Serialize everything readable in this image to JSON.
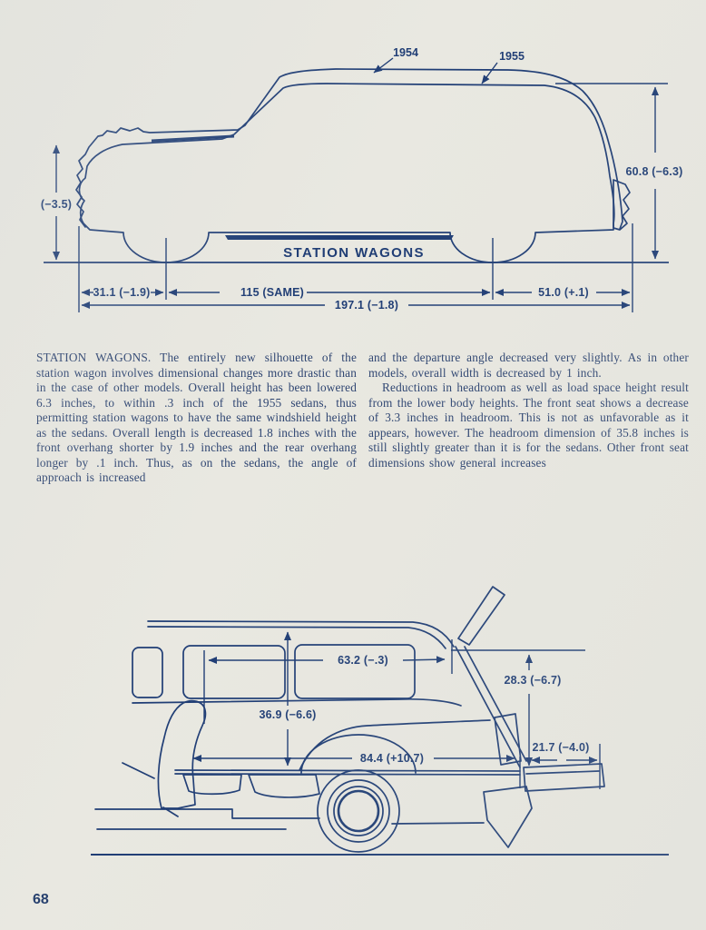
{
  "page": {
    "number": "68"
  },
  "colors": {
    "ink": "#1e3c74",
    "paper": "#e9e8e1",
    "halftone": "#c9d1de"
  },
  "top_diagram": {
    "callout_1954": "1954",
    "callout_1955": "1955",
    "caption": "STATION WAGONS",
    "dim_front_height": "(−3.5)",
    "dim_overall_height": "60.8 (−6.3)",
    "dim_front_overhang": "31.1 (−1.9)",
    "dim_wheelbase": "115 (SAME)",
    "dim_rear_overhang": "51.0 (+.1)",
    "dim_overall_length": "197.1 (−1.8)"
  },
  "article": {
    "col1_p1": "STATION WAGONS.  The entirely new silhouette of the station wagon involves dimensional changes more drastic than in the case of other models. Overall height has been lowered 6.3 inches, to within .3 inch of the 1955 sedans, thus permitting station wagons to have the same windshield height as the sedans.  Overall length is decreased 1.8 inches with the front overhang shorter by 1.9 inches and the rear overhang longer by .1 inch.  Thus, as on the sedans, the angle of approach is increased",
    "col2_p1": "and the departure angle decreased very slightly. As in other models, overall width is decreased by 1 inch.",
    "col2_p2": "Reductions in headroom as well as load space height result from the lower body heights.  The front seat shows a decrease of 3.3 inches in headroom.  This is not as unfavorable as it appears, however.  The headroom dimension of 35.8 inches is still slightly greater than it is for the sedans. Other front seat dimensions show general increases"
  },
  "bottom_diagram": {
    "dim_seat_to_tailgate": "63.2 (−.3)",
    "dim_liftgate_opening": "28.3 (−6.7)",
    "dim_load_height": "36.9 (−6.6)",
    "dim_load_floor": "84.4 (+10.7)",
    "dim_tailgate_length": "21.7 (−4.0)"
  }
}
